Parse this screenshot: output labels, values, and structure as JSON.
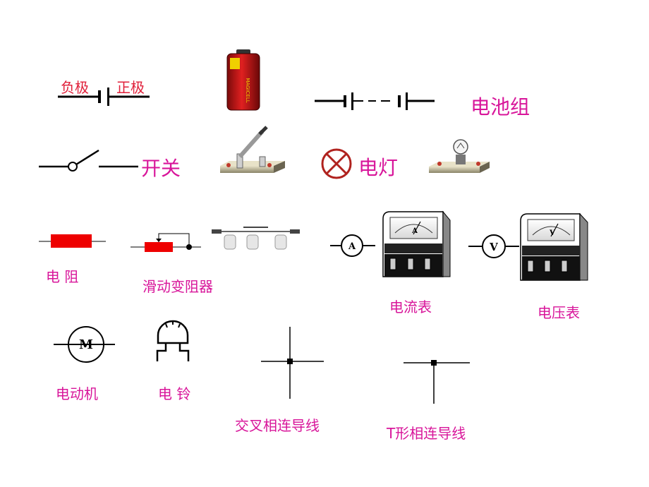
{
  "labels": {
    "negative_pole": "负极",
    "positive_pole": "正极",
    "battery_pack": "电池组",
    "switch": "开关",
    "lamp": "电灯",
    "resistor": "电 阻",
    "rheostat": "滑动变阻器",
    "ammeter": "电流表",
    "voltmeter": "电压表",
    "motor": "电动机",
    "bell": "电 铃",
    "cross_junction": "交叉相连导线",
    "t_junction": "T形相连导线"
  },
  "symbols": {
    "ammeter_letter": "A",
    "voltmeter_letter": "V",
    "motor_letter": "M",
    "battery_brand": "MAGICELL"
  },
  "colors": {
    "label_magenta": "#d8159a",
    "pole_label_red": "#e0203a",
    "resistor_fill": "#ee0000",
    "lamp_symbol": "#b0221e"
  }
}
